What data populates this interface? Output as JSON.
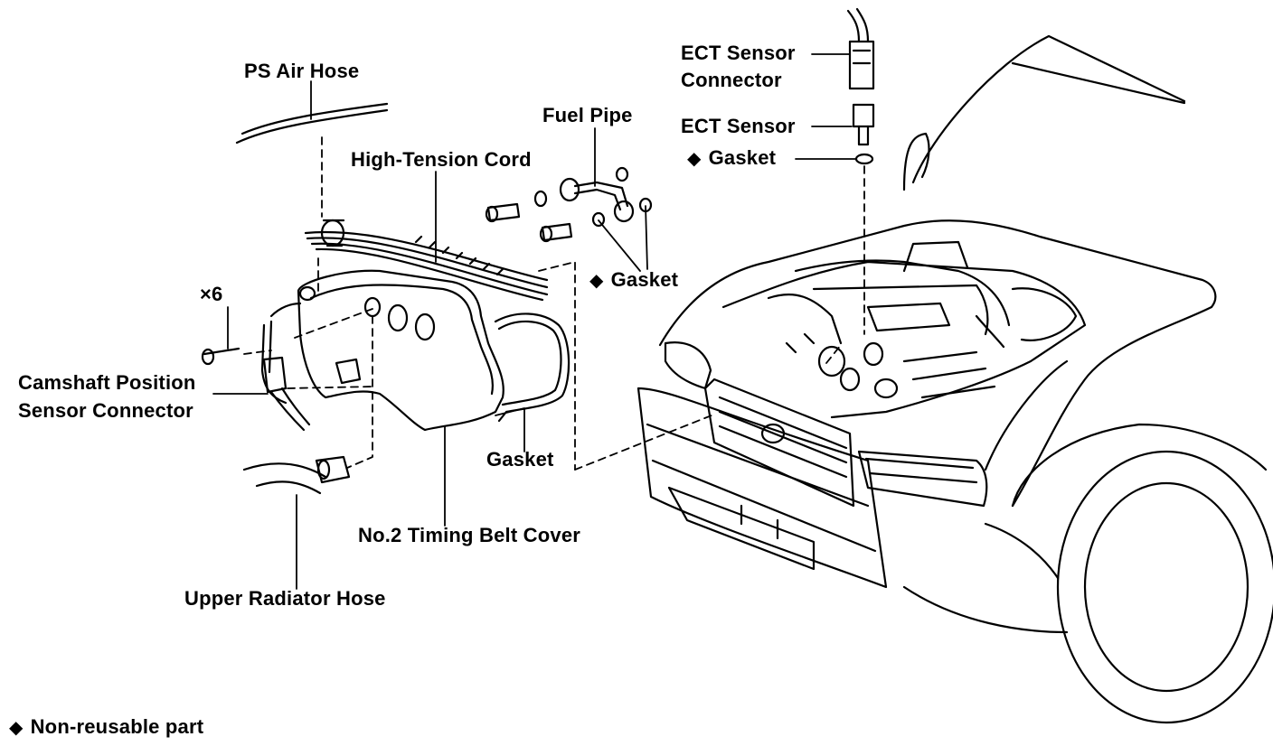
{
  "diagram": {
    "labels": {
      "ps_air_hose": "PS Air Hose",
      "high_tension_cord": "High-Tension Cord",
      "fuel_pipe": "Fuel Pipe",
      "ect_sensor_connector": [
        "ECT Sensor",
        "Connector"
      ],
      "ect_sensor": "ECT Sensor",
      "gasket_ect": "Gasket",
      "gasket_fuel": "Gasket",
      "times_six": "×6",
      "camshaft_sensor_connector": [
        "Camshaft Position",
        "Sensor Connector"
      ],
      "gasket_cover": "Gasket",
      "timing_belt_cover": "No.2 Timing Belt Cover",
      "upper_radiator_hose": "Upper Radiator Hose"
    },
    "non_reusable_symbol": "◆",
    "legend": "Non-reusable part"
  },
  "colors": {
    "ink": "#000000",
    "paper": "#ffffff"
  }
}
